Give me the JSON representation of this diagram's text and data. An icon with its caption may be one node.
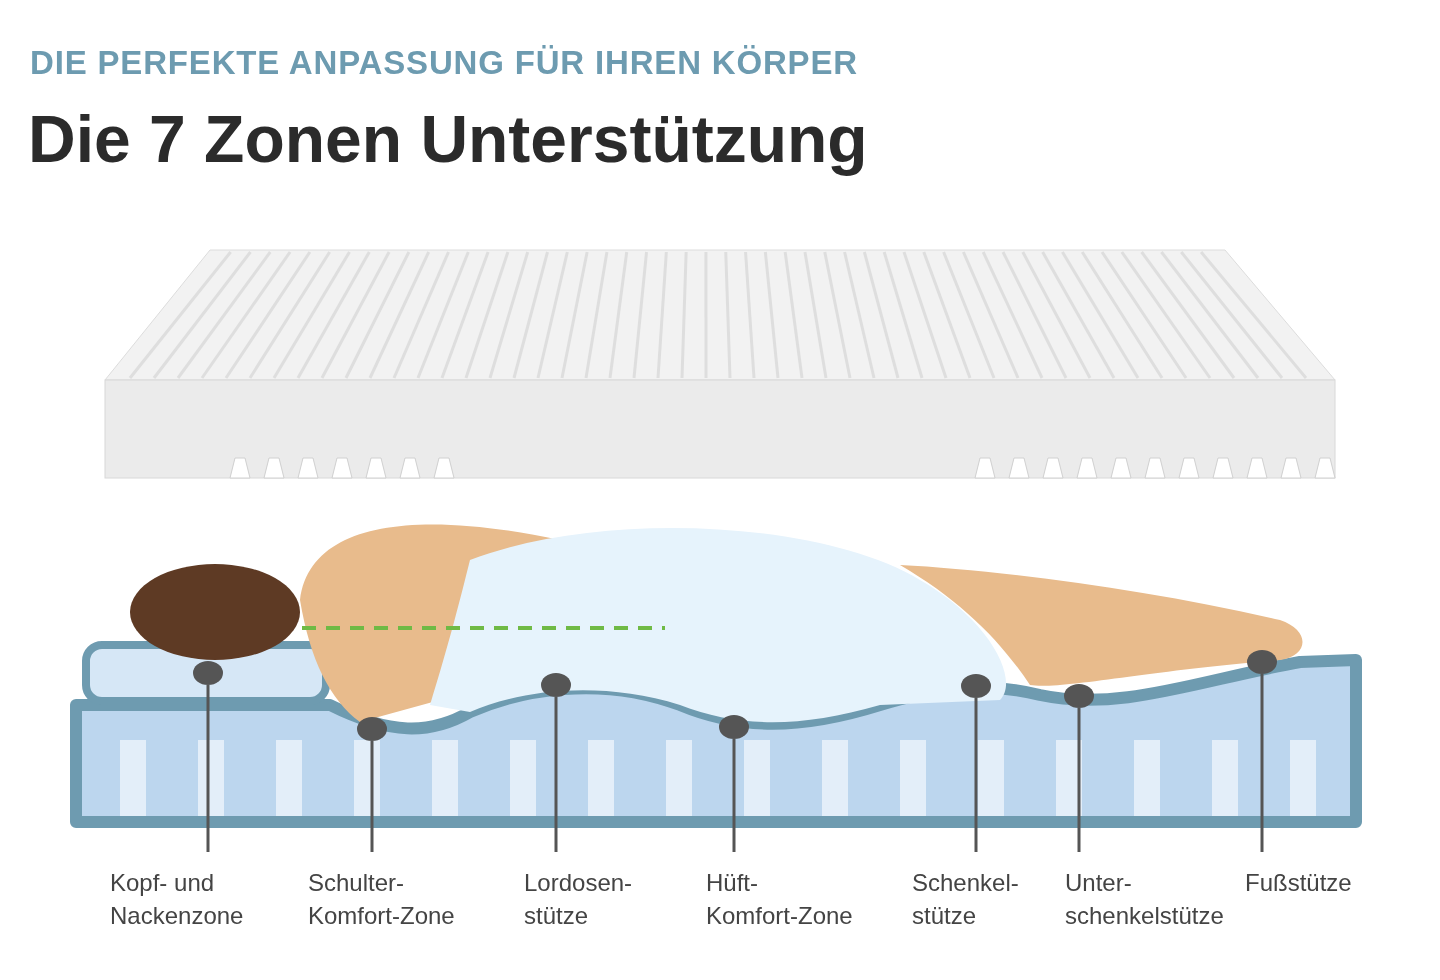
{
  "diagram": {
    "title": "Die 7 Zonen Unterstützung",
    "nodes": [
      {
        "text": [
          "Kopf- und Nackenzone"
        ]
      },
      {
        "text": [
          "Schulter- Komfort-Zone"
        ]
      },
      {
        "text": [
          "Lordosen- stütze"
        ]
      },
      {
        "text": [
          "Hüft- Komfort-Zone"
        ]
      },
      {
        "text": [
          "Schenkel- stütze"
        ]
      },
      {
        "text": [
          "Unter- schenkelstütze"
        ]
      },
      {
        "text": [
          "Fußstütze"
        ]
      },
      {
        "text": [],
        "shape": "circle"
      },
      {
        "text": [],
        "shape": "circle"
      },
      {
        "text": [],
        "shape": "circle"
      },
      {
        "text": [],
        "shape": "circle"
      },
      {
        "text": [],
        "shape": "circle"
      },
      {
        "text": [],
        "shape": "circle"
      },
      {
        "text": [],
        "shape": "circle"
      }
    ],
    "edges": [
      {
        "from": 0,
        "to": 7,
        "arrow": "none"
      },
      {
        "from": 1,
        "to": 8,
        "arrow": "none"
      },
      {
        "from": 2,
        "to": 9,
        "arrow": "none"
      },
      {
        "from": 3,
        "to": 10,
        "arrow": "none"
      },
      {
        "from": 4,
        "to": 11,
        "arrow": "none"
      },
      {
        "from": 5,
        "to": 12,
        "arrow": "none"
      },
      {
        "from": 6,
        "to": 13,
        "arrow": "none"
      }
    ],
    "labels": [
      "DIE PERFEKTE ANPASSUNG FÜR IHREN KÖRPER"
    ]
  }
}
